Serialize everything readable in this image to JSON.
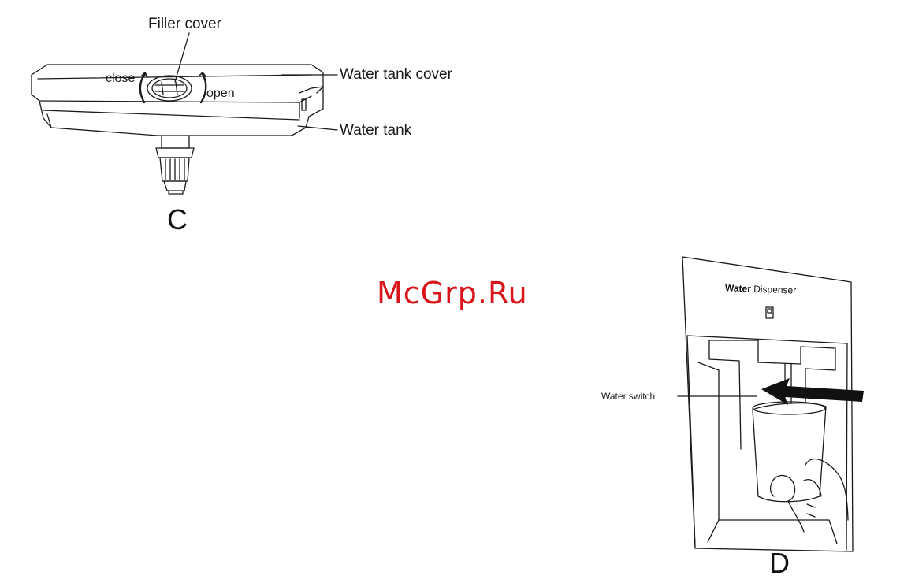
{
  "figure_c": {
    "letter": "C",
    "labels": {
      "filler_cover": "Filler cover",
      "close": "close",
      "open": "open",
      "water_tank_cover": "Water tank cover",
      "water_tank": "Water tank"
    }
  },
  "figure_d": {
    "letter": "D",
    "panel_title_bold": "Water",
    "panel_title_rest": " Dispenser",
    "labels": {
      "water_switch": "Water switch"
    }
  },
  "watermark": "McGrp.Ru",
  "colors": {
    "line": "#1a1a1a",
    "watermark": "#d9141b",
    "background": "#ffffff"
  }
}
